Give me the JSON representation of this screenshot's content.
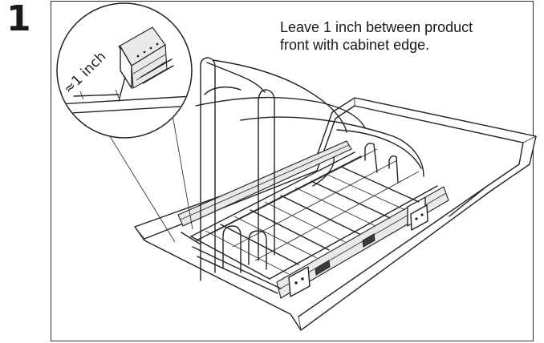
{
  "step": {
    "number": "1"
  },
  "instruction": {
    "line1": "Leave 1 inch between product",
    "line2": "front with cabinet edge."
  },
  "detail_callout": {
    "measurement_label": "≈1 inch",
    "shape": "circle",
    "content": "slide-rail front end"
  },
  "illustration": {
    "subject": "pull-out wire basket on drawer slides inside cabinet base",
    "colors": {
      "stroke": "#222222",
      "background": "#ffffff",
      "rail_fill": "#e9e9e9"
    }
  }
}
